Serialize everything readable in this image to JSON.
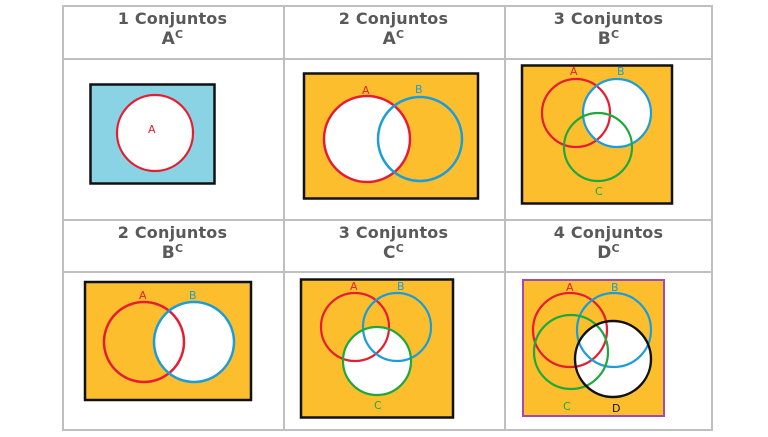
{
  "colors": {
    "shade_orange": "#FDBE2E",
    "shade_blue": "#89D3E4",
    "set_a": "#E61D32",
    "set_b": "#1A9DD9",
    "set_c": "#1FA83C",
    "set_d": "#111111",
    "frame_black": "#111111",
    "frame_purple": "#A24BAE",
    "grid_line": "#BFBFBF",
    "header_text": "#595959"
  },
  "cells": [
    {
      "title": "1 Conjuntos",
      "set": "A",
      "sup": "C",
      "labels": {
        "a": "A"
      }
    },
    {
      "title": "2 Conjuntos",
      "set": "A",
      "sup": "C",
      "labels": {
        "a": "A",
        "b": "B"
      }
    },
    {
      "title": "3 Conjuntos",
      "set": "B",
      "sup": "C",
      "labels": {
        "a": "A",
        "b": "B",
        "c": "C"
      }
    },
    {
      "title": "2 Conjuntos",
      "set": "B",
      "sup": "C",
      "labels": {
        "a": "A",
        "b": "B"
      }
    },
    {
      "title": "3 Conjuntos",
      "set": "C",
      "sup": "C",
      "labels": {
        "a": "A",
        "b": "B",
        "c": "C"
      }
    },
    {
      "title": "4 Conjuntos",
      "set": "D",
      "sup": "C",
      "labels": {
        "a": "A",
        "b": "B",
        "c": "C",
        "d": "D"
      }
    }
  ]
}
